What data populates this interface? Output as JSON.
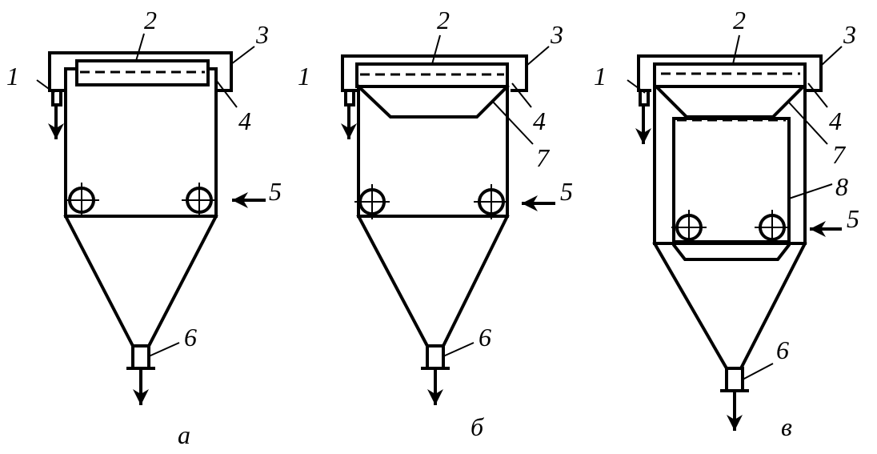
{
  "figure": {
    "panels": [
      {
        "id": "a",
        "caption": "а",
        "labels": {
          "l1": "1",
          "l2": "2",
          "l3": "3",
          "l4": "4",
          "l5": "5",
          "l6": "6"
        }
      },
      {
        "id": "b",
        "caption": "б",
        "labels": {
          "l1": "1",
          "l2": "2",
          "l3": "3",
          "l4": "4",
          "l5": "5",
          "l6": "6",
          "l7": "7"
        }
      },
      {
        "id": "c",
        "caption": "в",
        "labels": {
          "l1": "1",
          "l2": "2",
          "l3": "3",
          "l4": "4",
          "l5": "5",
          "l6": "6",
          "l7": "7",
          "l8": "8"
        }
      }
    ]
  }
}
